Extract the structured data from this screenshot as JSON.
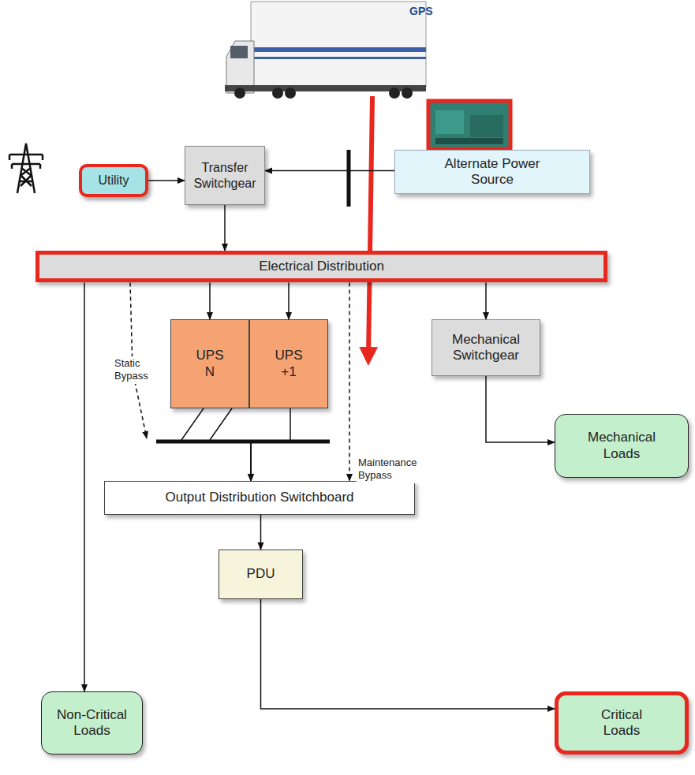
{
  "diagram": {
    "nodes": [
      {
        "text": [
          "Utility"
        ]
      },
      {
        "text": [
          "Transfer Switchgear"
        ]
      },
      {
        "text": [
          "Alternate Power Source"
        ]
      },
      {
        "text": [
          "Electrical Distribution"
        ]
      },
      {
        "text": [
          "UPS N"
        ]
      },
      {
        "text": [
          "UPS +1"
        ]
      },
      {
        "text": [
          "Mechanical Switchgear"
        ]
      },
      {
        "text": [
          "Mechanical Loads"
        ]
      },
      {
        "text": [
          "Output Distribution Switchboard"
        ]
      },
      {
        "text": [
          "PDU"
        ]
      },
      {
        "text": [
          "Non-Critical Loads"
        ]
      },
      {
        "text": [
          "Critical Loads"
        ]
      }
    ],
    "edges": [
      {
        "from": 0,
        "to": 1,
        "arrow": "to"
      },
      {
        "from": 2,
        "to": 1,
        "arrow": "to"
      },
      {
        "from": 1,
        "to": 3,
        "arrow": "to"
      },
      {
        "from": 3,
        "to": 4,
        "arrow": "to"
      },
      {
        "from": 3,
        "to": 5,
        "arrow": "to"
      },
      {
        "from": 3,
        "to": 6,
        "arrow": "to"
      },
      {
        "from": 6,
        "to": 7,
        "arrow": "to"
      },
      {
        "from": 3,
        "to": 10,
        "arrow": "to"
      },
      {
        "from": 4,
        "to": 8,
        "arrow": "to"
      },
      {
        "from": 5,
        "to": 8,
        "arrow": "to"
      },
      {
        "from": 3,
        "to": 8,
        "label": "Static Bypass",
        "arrow": "to"
      },
      {
        "from": 3,
        "to": 8,
        "label": "Maintenance Bypass",
        "arrow": "to"
      },
      {
        "from": 8,
        "to": 9,
        "arrow": "to"
      },
      {
        "from": 9,
        "to": 11,
        "arrow": "to"
      }
    ],
    "labels": [
      "GPS"
    ]
  }
}
